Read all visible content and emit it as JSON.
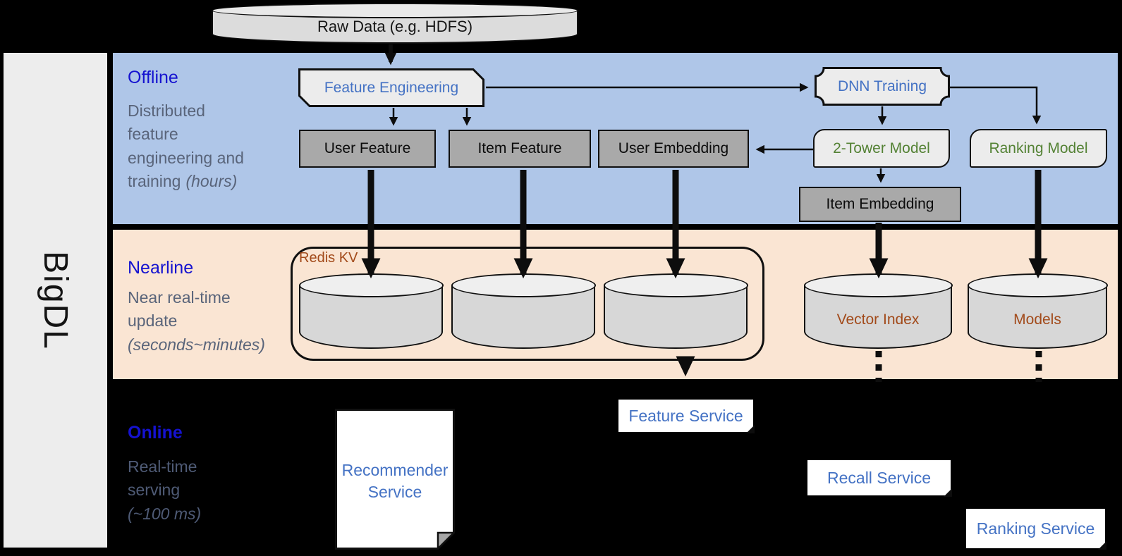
{
  "brand": {
    "label": "BigDL"
  },
  "source": {
    "label": "Raw Data (e.g. HDFS)"
  },
  "lanes": {
    "offline": {
      "title": "Offline",
      "line1": "Distributed",
      "line2": "feature",
      "line3": "engineering and",
      "line4": "training",
      "line4_italic": "(hours)"
    },
    "nearline": {
      "title": "Nearline",
      "line1": "Near real-time",
      "line2": "update",
      "line3_italic": "(seconds~minutes)"
    },
    "online": {
      "title": "Online",
      "line1": "Real-time",
      "line2": "serving",
      "line3_italic": "(~100 ms)"
    }
  },
  "nodes": {
    "feature_engineering": {
      "label": "Feature Engineering"
    },
    "dnn_training": {
      "label": "DNN Training"
    },
    "user_feature": {
      "label": "User Feature"
    },
    "item_feature": {
      "label": "Item Feature"
    },
    "user_embedding": {
      "label": "User Embedding"
    },
    "two_tower_model": {
      "label": "2-Tower Model"
    },
    "ranking_model": {
      "label": "Ranking Model"
    },
    "item_embedding": {
      "label": "Item Embedding"
    },
    "redis_kv": {
      "label": "Redis KV"
    },
    "vector_index": {
      "label": "Vector Index"
    },
    "models": {
      "label": "Models"
    },
    "feature_service": {
      "label": "Feature Service"
    },
    "recommender_service": {
      "label": "Recommender Service"
    },
    "recall_service": {
      "label": "Recall Service"
    },
    "ranking_service": {
      "label": "Ranking Service"
    }
  },
  "colors": {
    "background": "#000000",
    "offline_band": "#AFC6E8",
    "nearline_band": "#FAE5D3",
    "sidebar": "#EDEDED",
    "lane_title_blue": "#1512D0",
    "lane_subtitle_gray": "#59647A",
    "node_text_blue": "#4472C4",
    "model_text_green": "#548235",
    "storage_text_rust": "#A24A1A",
    "gray_box_fill": "#A9A9A9",
    "shape_fill_light": "#ECECEC",
    "cylinder_fill": "#D7D7D7"
  }
}
